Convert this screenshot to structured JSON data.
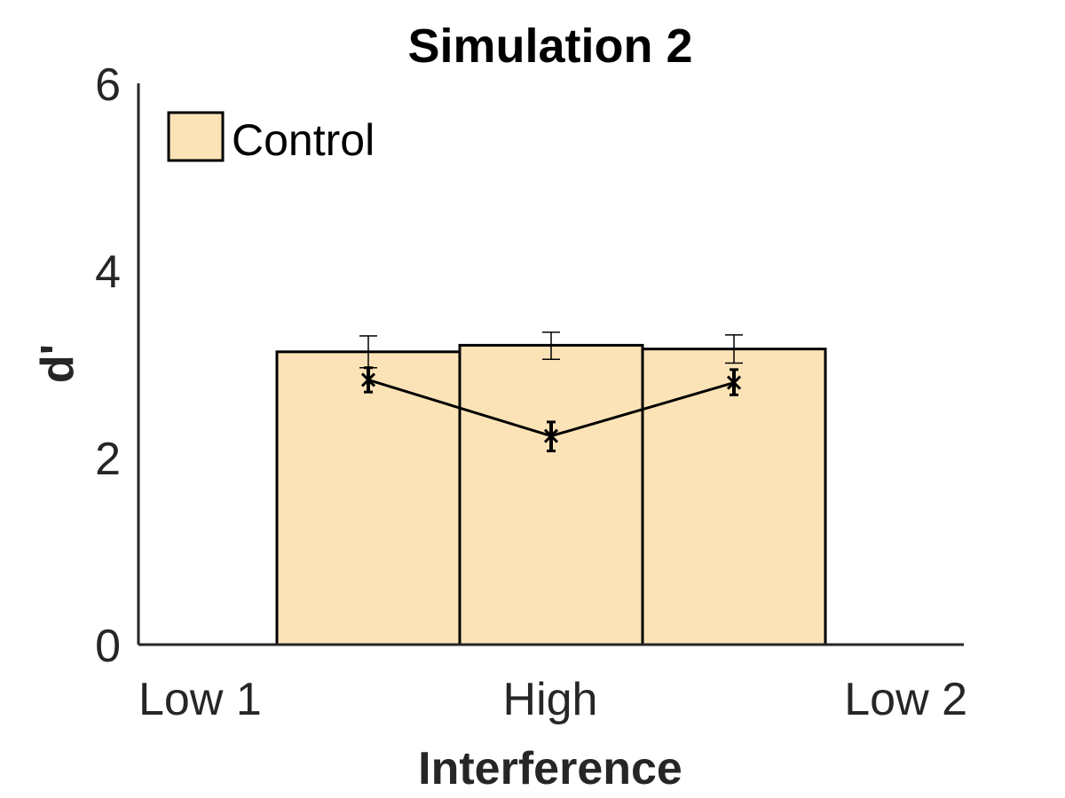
{
  "chart_data": {
    "type": "bar",
    "title": "Simulation 2",
    "xlabel": "Interference",
    "ylabel": "d'",
    "categories": [
      "Low 1",
      "High",
      "Low 2"
    ],
    "ylim": [
      0,
      6
    ],
    "yticks": [
      "0",
      "2",
      "4",
      "6"
    ],
    "series": [
      {
        "name": "Control",
        "kind": "bar",
        "values": [
          3.13,
          3.2,
          3.16
        ],
        "error": [
          [
            2.96,
            3.3
          ],
          [
            3.05,
            3.34
          ],
          [
            3.01,
            3.31
          ]
        ]
      },
      {
        "kind": "line",
        "marker": "x",
        "values": [
          2.83,
          2.23,
          2.8
        ],
        "error": [
          [
            2.7,
            2.96
          ],
          [
            2.07,
            2.38
          ],
          [
            2.67,
            2.94
          ]
        ]
      }
    ],
    "legend": {
      "position": "top-left",
      "labels": [
        "Control"
      ]
    },
    "grid": false,
    "colors": {
      "bar_fill": "#fce3b7",
      "bar_edge": "#000000",
      "line": "#000000",
      "axis": "#262626"
    }
  }
}
